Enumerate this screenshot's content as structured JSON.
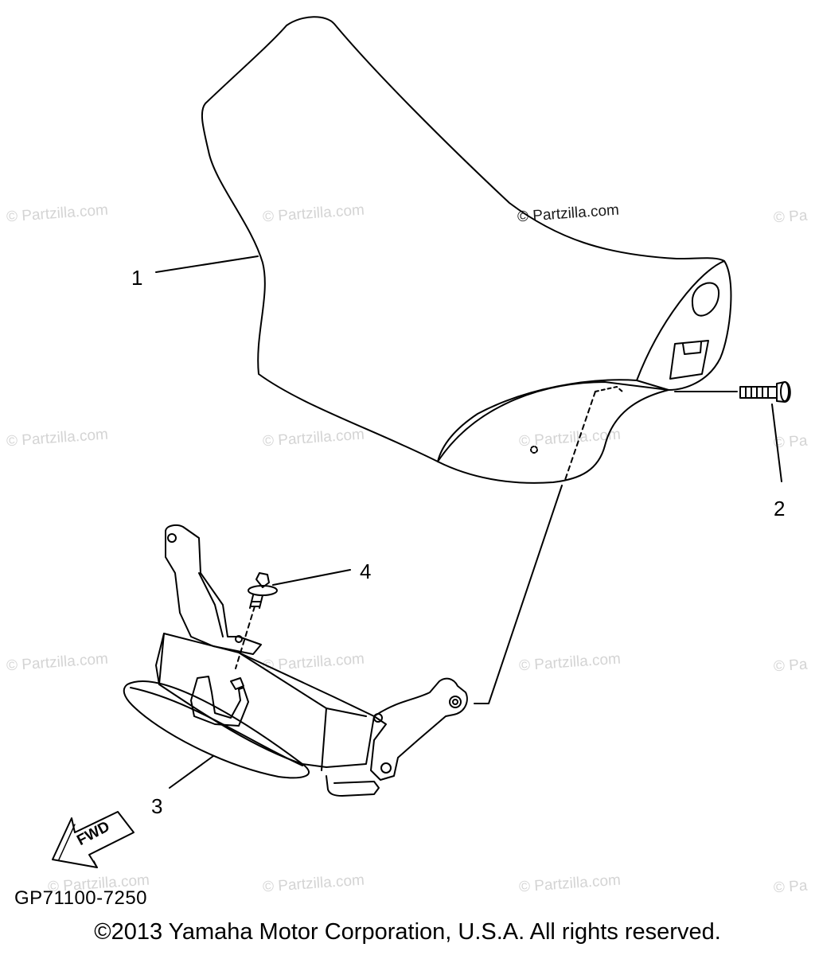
{
  "watermark": {
    "text": "© Partzilla.com",
    "text_cut": "© Pa"
  },
  "callouts": {
    "seat": "1",
    "bolt": "2",
    "bracket": "3",
    "screw": "4"
  },
  "fwd_arrow": {
    "label": "FWD"
  },
  "part_code": "GP71100-7250",
  "copyright": "©2013  Yamaha Motor Corporation, U.S.A. All rights reserved."
}
